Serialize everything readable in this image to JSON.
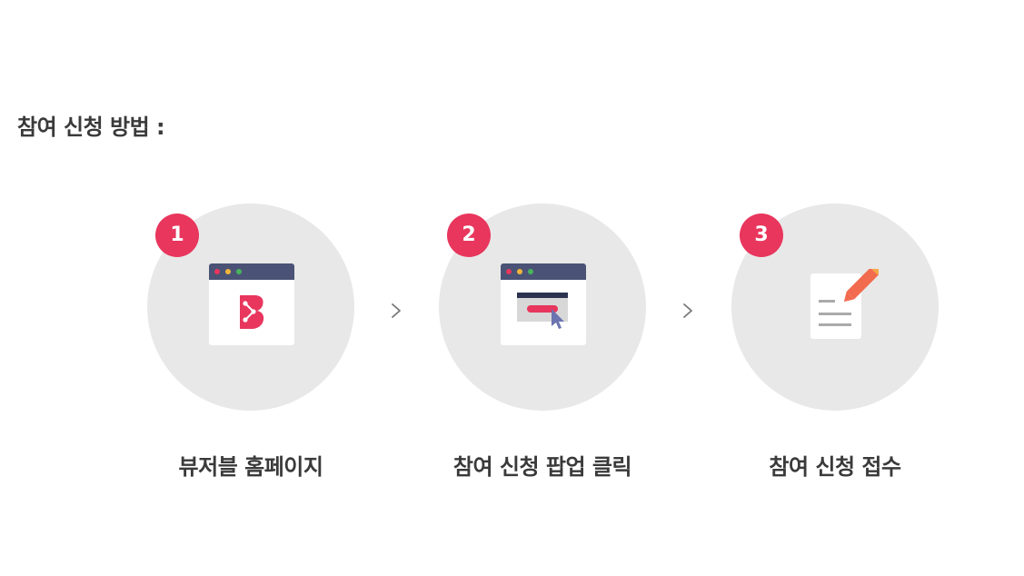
{
  "title": "참여 신청 방법 :",
  "steps": [
    {
      "number": "1",
      "label": "뷰저블 홈페이지",
      "icon": "homepage-browser-icon"
    },
    {
      "number": "2",
      "label": "참여 신청 팝업 클릭",
      "icon": "popup-click-icon"
    },
    {
      "number": "3",
      "label": "참여 신청 접수",
      "icon": "document-pencil-icon"
    }
  ],
  "colors": {
    "accent": "#e8365d",
    "circle": "#e8e8e8",
    "browser_bar": "#4a5375",
    "cursor": "#6b73b0",
    "pencil": "#f26b4f",
    "text": "#3a3a3a"
  },
  "separator_icon": "chevron-right-icon"
}
